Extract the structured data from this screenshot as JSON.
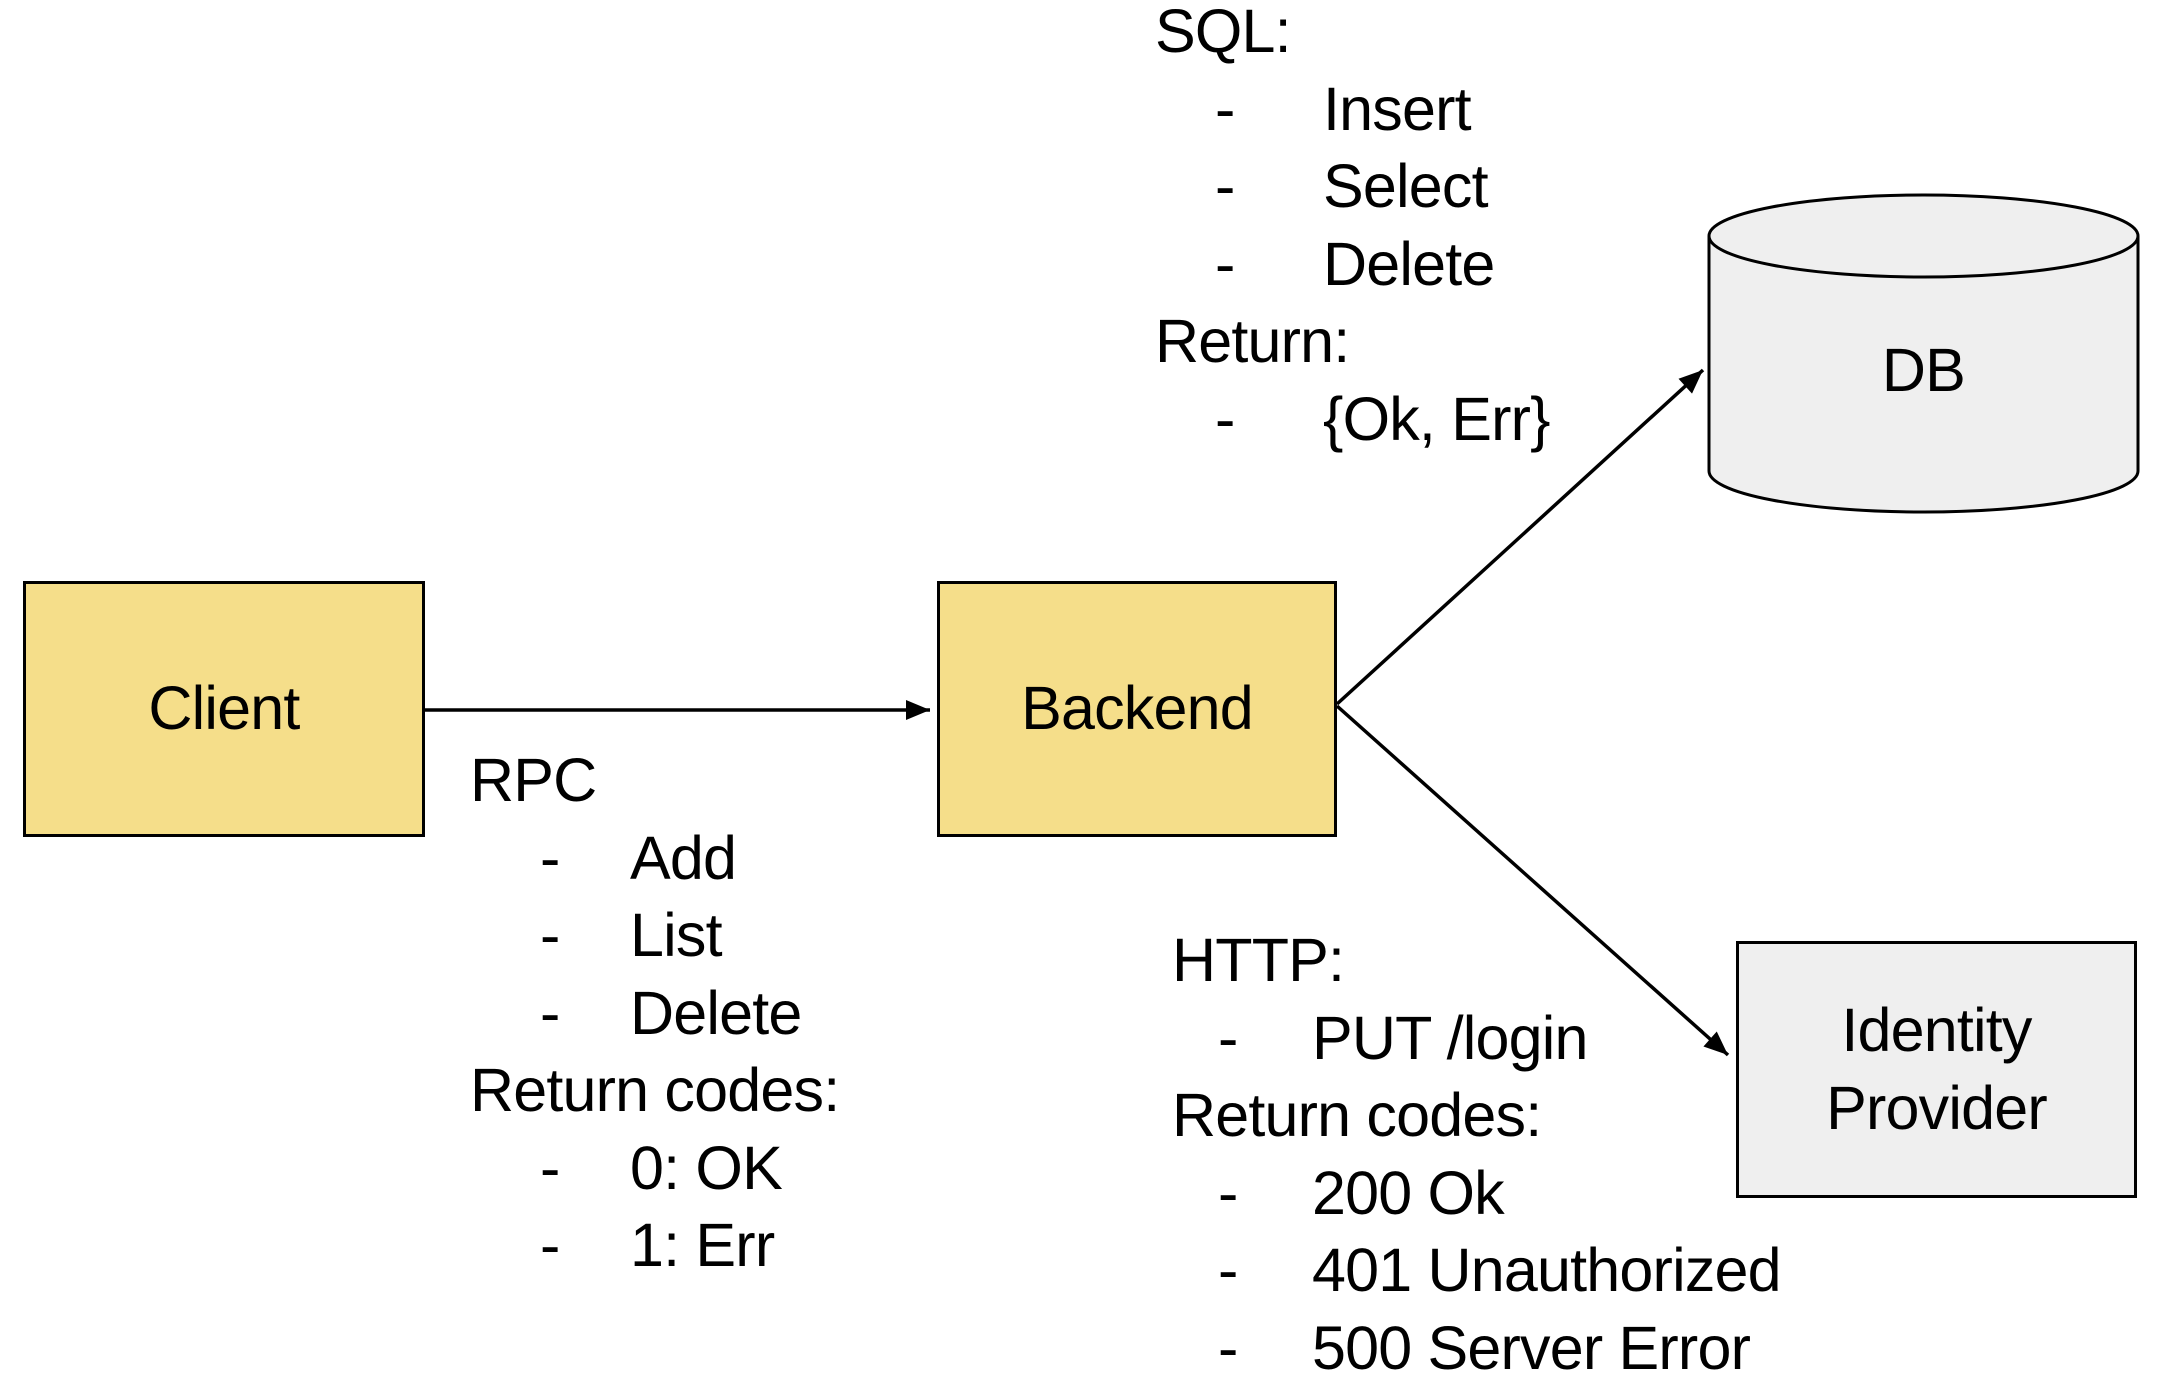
{
  "diagram": {
    "bullet_char": "-",
    "colors": {
      "node_fill_yellow": "#F5DE8A",
      "node_fill_gray": "#EFEFEF",
      "stroke": "#000000",
      "background": "#FFFFFF"
    },
    "nodes": {
      "client": {
        "label": "Client",
        "shape": "rect"
      },
      "backend": {
        "label": "Backend",
        "shape": "rect"
      },
      "db": {
        "label": "DB",
        "shape": "cylinder"
      },
      "identity_provider": {
        "label": "Identity Provider",
        "shape": "rect"
      }
    },
    "edges": {
      "client_backend": {
        "from": "Client",
        "to": "Backend"
      },
      "backend_db": {
        "from": "Backend",
        "to": "DB"
      },
      "backend_idp": {
        "from": "Backend",
        "to": "Identity Provider"
      }
    },
    "annotations": {
      "rpc": {
        "lines": [
          {
            "type": "label",
            "text": "RPC"
          },
          {
            "type": "bullet",
            "text": "Add"
          },
          {
            "type": "bullet",
            "text": "List"
          },
          {
            "type": "bullet",
            "text": "Delete"
          },
          {
            "type": "label",
            "text": "Return codes:"
          },
          {
            "type": "bullet",
            "text": "0: OK"
          },
          {
            "type": "bullet",
            "text": "1: Err"
          }
        ]
      },
      "sql": {
        "lines": [
          {
            "type": "label",
            "text": "SQL:"
          },
          {
            "type": "bullet",
            "text": "Insert"
          },
          {
            "type": "bullet",
            "text": "Select"
          },
          {
            "type": "bullet",
            "text": "Delete"
          },
          {
            "type": "label",
            "text": "Return:"
          },
          {
            "type": "bullet",
            "text": "{Ok, Err}"
          }
        ]
      },
      "http": {
        "lines": [
          {
            "type": "label",
            "text": "HTTP:"
          },
          {
            "type": "bullet",
            "text": "PUT /login"
          },
          {
            "type": "label",
            "text": "Return codes:"
          },
          {
            "type": "bullet",
            "text": "200 Ok"
          },
          {
            "type": "bullet",
            "text": "401 Unauthorized"
          },
          {
            "type": "bullet",
            "text": "500 Server Error"
          }
        ]
      }
    }
  }
}
